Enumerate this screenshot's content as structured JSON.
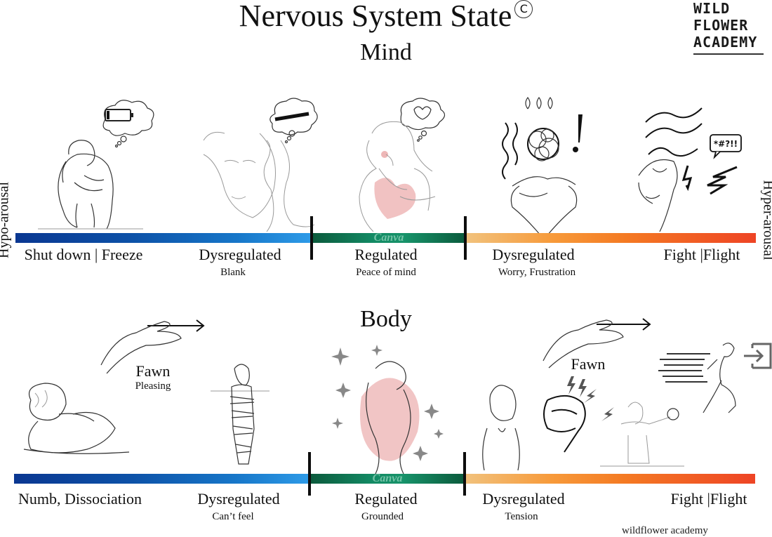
{
  "header": {
    "title": "Nervous System State",
    "copyright_symbol": "C",
    "logo": {
      "line1": "WILD",
      "line2": "FLOWER",
      "line3": "ACADEMY"
    }
  },
  "axis_labels": {
    "left": "Hypo-arousal",
    "right": "Hyper-arousal"
  },
  "mind": {
    "section_title": "Mind",
    "watermark": "Canva",
    "states": [
      {
        "label": "Shut down | Freeze",
        "sub": ""
      },
      {
        "label": "Dysregulated",
        "sub": "Blank"
      },
      {
        "label": "Regulated",
        "sub": "Peace of mind"
      },
      {
        "label": "Dysregulated",
        "sub": "Worry, Frustration"
      },
      {
        "label": "Fight |Flight",
        "sub": ""
      }
    ],
    "speech_bubble": "*#?!!"
  },
  "body": {
    "section_title": "Body",
    "watermark": "Canva",
    "fawn_left": {
      "label": "Fawn",
      "sub": "Pleasing"
    },
    "fawn_right": {
      "label": "Fawn"
    },
    "states": [
      {
        "label": "Numb, Dissociation",
        "sub": ""
      },
      {
        "label": "Dysregulated",
        "sub": "Can’t feel"
      },
      {
        "label": "Regulated",
        "sub": "Grounded"
      },
      {
        "label": "Dysregulated",
        "sub": "Tension"
      },
      {
        "label": "Fight |Flight",
        "sub": ""
      }
    ]
  },
  "footer": {
    "text": "wildflower academy"
  },
  "colors": {
    "hypo": "#0a3791",
    "regulated": "#138a64",
    "hyper": "#ee4425",
    "pink": "#eeb7b7"
  }
}
